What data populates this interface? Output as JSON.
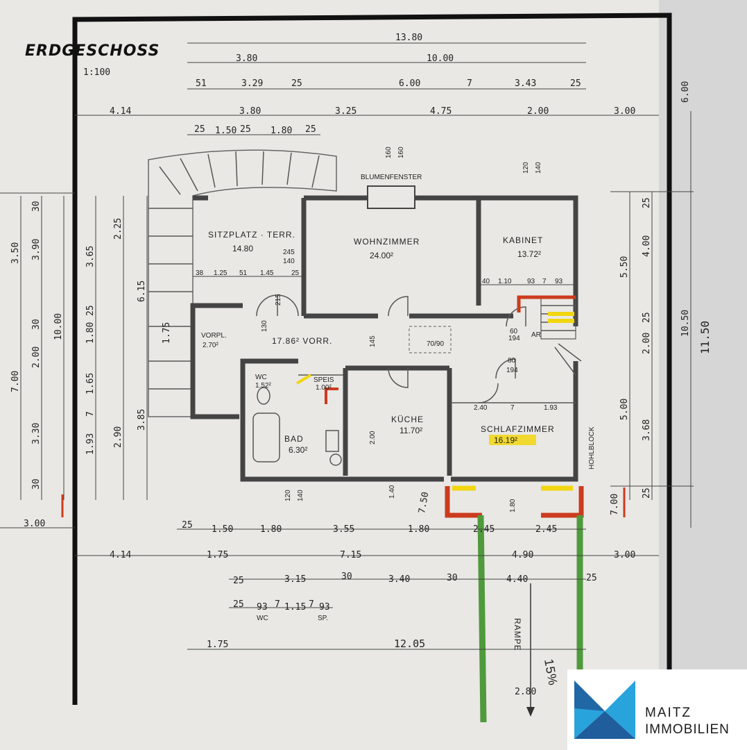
{
  "title": "ERDGESCHOSS",
  "scale": "1:100",
  "rooms": {
    "terrace": {
      "name": "SITZPLATZ · TERR.",
      "area": "14.80"
    },
    "wohnzimmer": {
      "name": "WOHNZIMMER",
      "area": "24.00²"
    },
    "kabinet": {
      "name": "KABINET",
      "area": "13.72²"
    },
    "vorr": {
      "name": "17.86² VORR.",
      "area": ""
    },
    "vorpl": {
      "name": "VORPL.",
      "area": "2.70²"
    },
    "wc": {
      "name": "WC",
      "area": "1.52²"
    },
    "bad": {
      "name": "BAD",
      "area": "6.30²"
    },
    "kueche": {
      "name": "KÜCHE",
      "area": "11.70²"
    },
    "schlafzimmer": {
      "name": "SCHLAFZIMMER",
      "area": "16.19²"
    },
    "ar": {
      "name": "AR",
      "area": ""
    },
    "speis": {
      "name": "SPEIS",
      "area": "1.00²"
    }
  },
  "labels": {
    "blumenfenster": "BLUMENFENSTER",
    "hohlblock": "HOHLBLOCK",
    "rampe": "RAMPE",
    "rampe_pct": "15%",
    "window": "70/90"
  },
  "dims_top": {
    "r1": [
      "13.80"
    ],
    "r2": [
      "3.80",
      "10.00"
    ],
    "r3": [
      "51",
      "3.29",
      "25",
      "6.00",
      "7",
      "3.43",
      "25"
    ],
    "r4": [
      "4.14",
      "3.80",
      "3.25",
      "4.75",
      "2.00",
      "3.00"
    ],
    "r5": [
      "25",
      "1.50",
      "25",
      "1.80",
      "25"
    ],
    "r6": [
      "160",
      "160",
      "120",
      "140"
    ]
  },
  "dims_bottom": {
    "r1": [
      "25",
      "1.50",
      "1.80",
      "3.55",
      "1.80",
      "2.45",
      "2.45"
    ],
    "r2": [
      "4.14",
      "1.75",
      "7.15",
      "4.90",
      "3.00"
    ],
    "r3": [
      "25",
      "3.15",
      "30",
      "3.40",
      "30",
      "4.40",
      "25"
    ],
    "r4": [
      "25",
      "93",
      "7",
      "1.15",
      "7",
      "93"
    ],
    "r4sub": [
      "WC",
      "SP."
    ],
    "r5": [
      "1.75",
      "12.05"
    ]
  },
  "dims_left": [
    "3.50",
    "3.90",
    "30",
    "10.00",
    "2.00",
    "30",
    "7.00",
    "3.30",
    "30",
    "3.00",
    "2.25",
    "3.65",
    "6.15",
    "1.75",
    "3.85",
    "2.90",
    "1.93",
    "1.65",
    "1.80",
    "25",
    "7"
  ],
  "dims_right": [
    "6.00",
    "25",
    "5.50",
    "4.00",
    "10.50",
    "11.50",
    "2.00",
    "25",
    "5.00",
    "3.68",
    "7.00",
    "25"
  ],
  "dims_inner": [
    "245",
    "140",
    "38",
    "1.25",
    "51",
    "1.45",
    "25",
    "130",
    "215",
    "40",
    "1.10",
    "93",
    "7",
    "93",
    "145",
    "80",
    "194",
    "60",
    "194",
    "2.40",
    "7",
    "1.93",
    "2.00",
    "7.50",
    "1.80",
    "1.40",
    "120",
    "140"
  ],
  "rampe_dim": "2.80",
  "brand": {
    "name": "MAITZ",
    "sub": "IMMOBILIEN",
    "color_dark": "#1f5d9c",
    "color_light": "#29a3dc"
  },
  "colors": {
    "paper": "#e9e8e4",
    "red": "#cc3b1e",
    "yellow": "#f2d60f",
    "green": "#4f9a3c"
  }
}
